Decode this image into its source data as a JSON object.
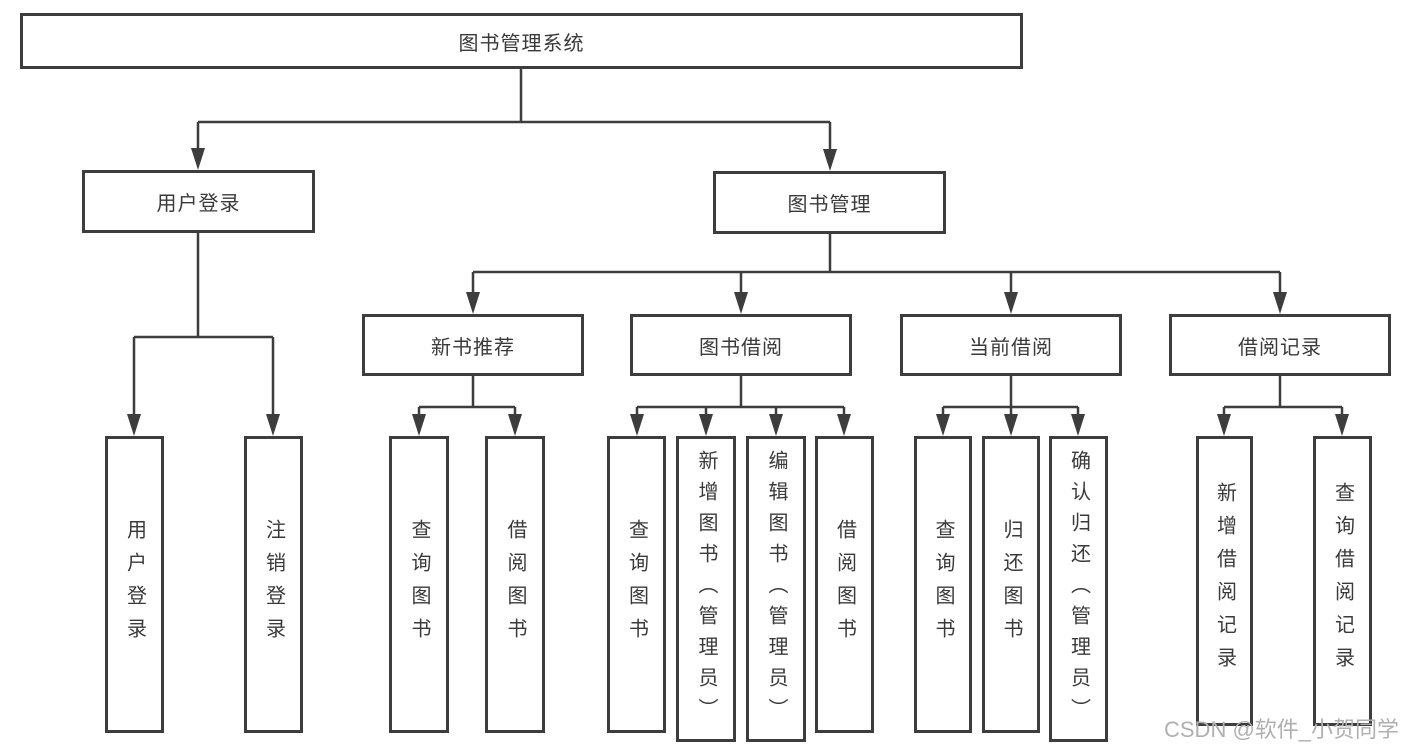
{
  "tree": {
    "root": "图书管理系统",
    "branches": [
      {
        "label": "用户登录",
        "children": [
          "用户登录",
          "注销登录"
        ]
      },
      {
        "label": "图书管理",
        "sections": [
          {
            "label": "新书推荐",
            "children": [
              "查询图书",
              "借阅图书"
            ]
          },
          {
            "label": "图书借阅",
            "children": [
              "查询图书",
              "新增图书（管理员）",
              "编辑图书（管理员）",
              "借阅图书"
            ]
          },
          {
            "label": "当前借阅",
            "children": [
              "查询图书",
              "归还图书",
              "确认归还（管理员）"
            ]
          },
          {
            "label": "借阅记录",
            "children": [
              "新增借阅记录",
              "查询借阅记录"
            ]
          }
        ]
      }
    ]
  },
  "watermark": "CSDN @软件_小贺同学",
  "colors": {
    "line": "#3d3d3d",
    "text": "#3a3a3a",
    "watermark": "#b0b0b0",
    "background": "#ffffff"
  }
}
